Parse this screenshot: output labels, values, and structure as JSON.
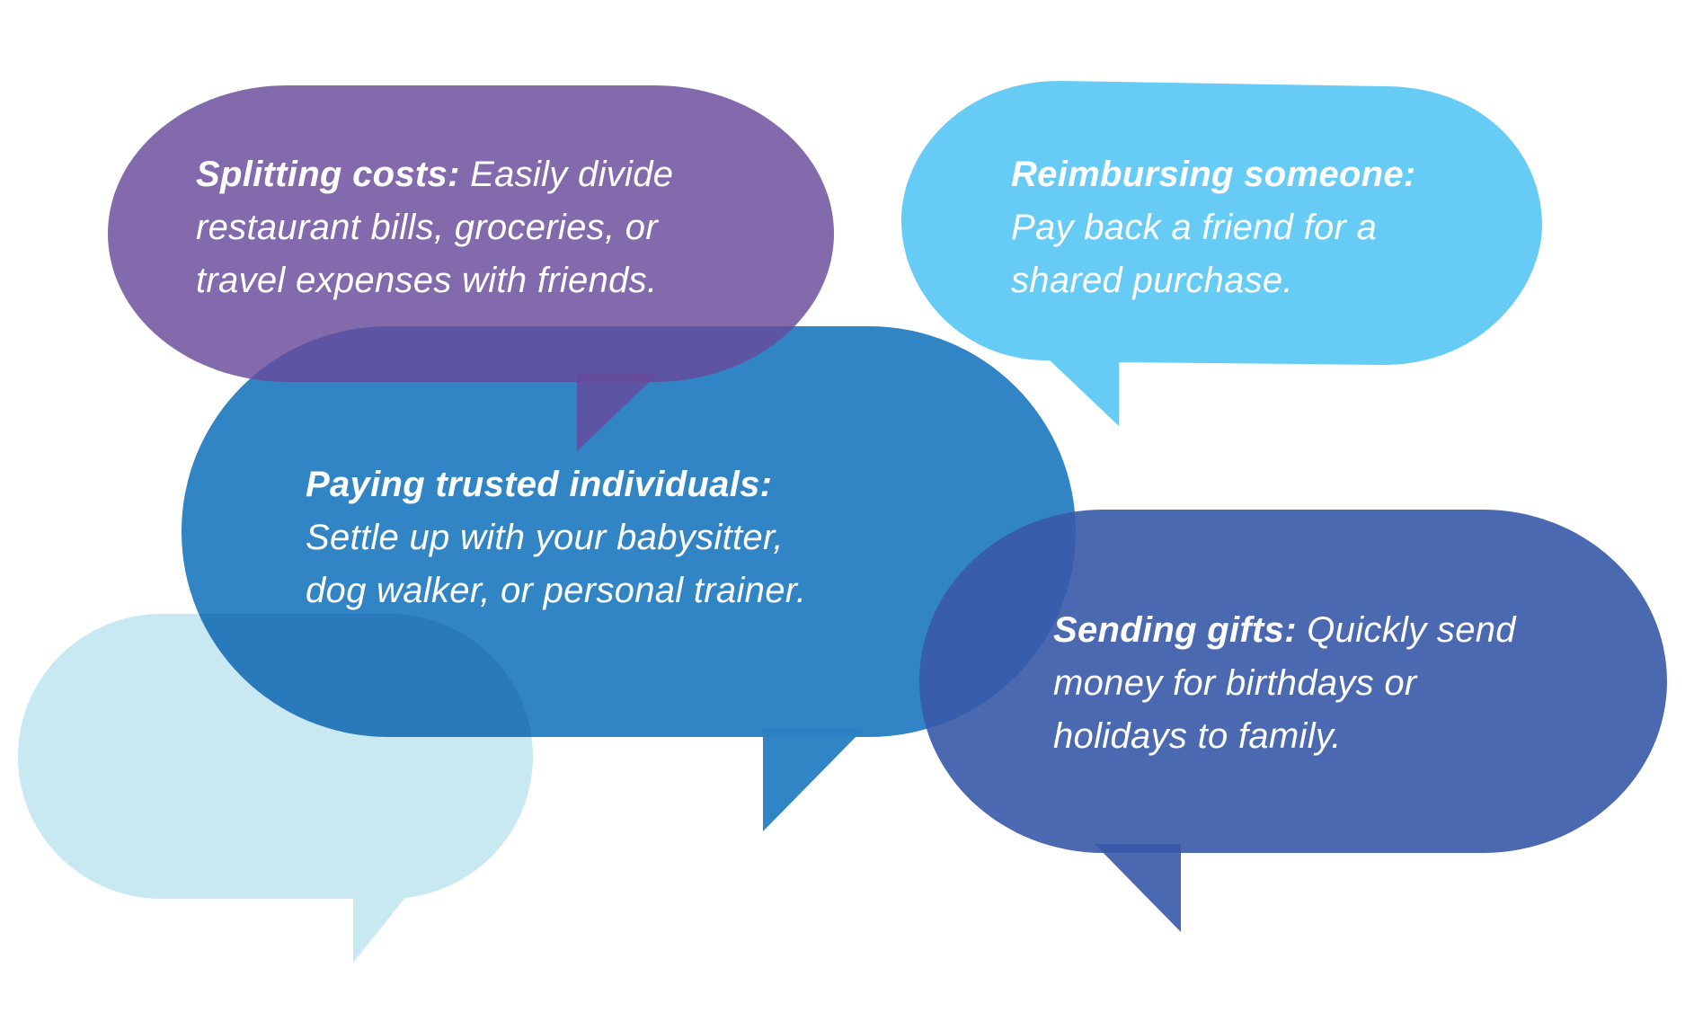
{
  "colors": {
    "background": "#FFFFFF",
    "purple": "#67499B",
    "sky": "#66CCF5",
    "medium_blue": "#2B81C3",
    "light_blue": "#C8E9F2",
    "dark_blue": "#3759A8",
    "text": "#FFFFFF"
  },
  "bubbles": [
    {
      "id": "splitting-costs",
      "color": "purple",
      "heading": "Splitting costs:",
      "lines": [
        "Easily divide",
        "restaurant bills, groceries, or",
        "travel expenses with friends."
      ]
    },
    {
      "id": "reimbursing-someone",
      "color": "sky",
      "heading": "Reimbursing someone:",
      "lines": [
        "",
        "Pay back a friend for a",
        "shared purchase."
      ]
    },
    {
      "id": "paying-trusted-individuals",
      "color": "medium_blue",
      "heading": "Paying trusted individuals:",
      "lines": [
        "",
        "Settle up with your babysitter,",
        "dog walker, or personal trainer."
      ]
    },
    {
      "id": "empty-bubble",
      "color": "light_blue",
      "heading": "",
      "lines": []
    },
    {
      "id": "sending-gifts",
      "color": "dark_blue",
      "heading": "Sending gifts:",
      "lines": [
        "Quickly send",
        "money for birthdays or",
        "holidays to family."
      ]
    }
  ]
}
